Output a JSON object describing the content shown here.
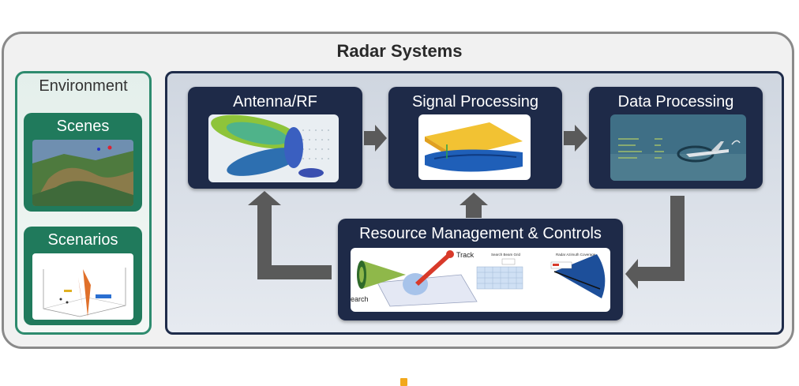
{
  "title": "Radar Systems",
  "environment": {
    "title": "Environment",
    "cards": [
      {
        "label": "Scenes"
      },
      {
        "label": "Scenarios"
      }
    ]
  },
  "system": {
    "blocks": {
      "antenna": {
        "label": "Antenna/RF"
      },
      "signal": {
        "label": "Signal Processing"
      },
      "data": {
        "label": "Data Processing"
      },
      "resource": {
        "label": "Resource Management & Controls",
        "thumb_texts": {
          "track": "Track",
          "search": "earch",
          "grid_title": "Search Beam Grid",
          "coverage_title": "Radar Azimuth Coverage"
        }
      }
    }
  },
  "colors": {
    "env_border": "#2e8b6e",
    "env_card": "#207a5c",
    "sys_border": "#1f2c4a",
    "sys_card": "#1e2a48",
    "arrow": "#5a5a5a"
  }
}
